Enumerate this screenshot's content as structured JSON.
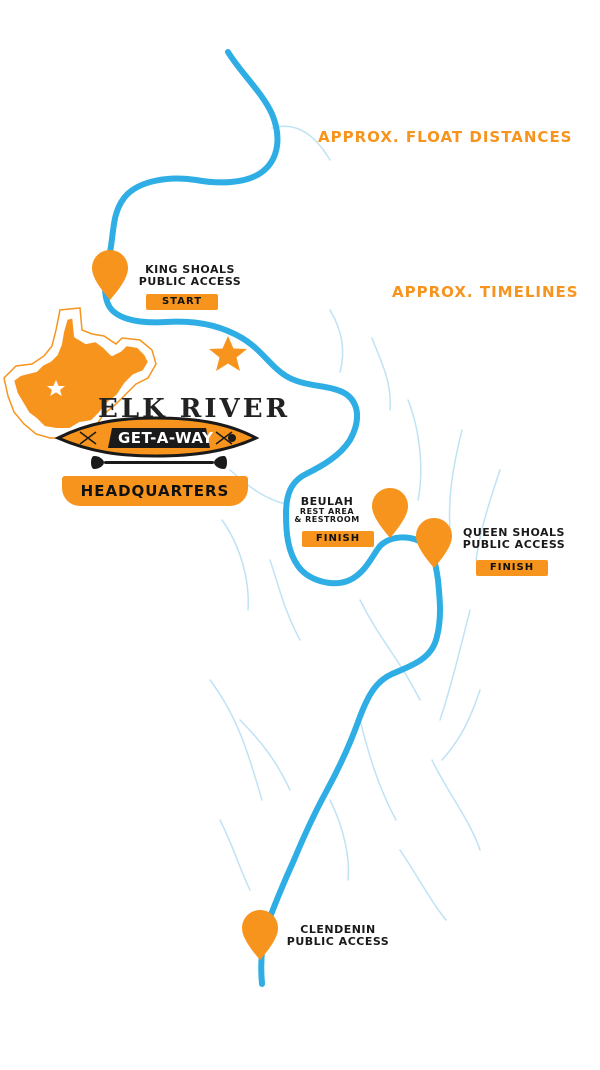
{
  "headings": {
    "float_distances": "APPROX. FLOAT DISTANCES",
    "timelines": "APPROX. TIMELINES"
  },
  "logo": {
    "line1": "ELK RIVER",
    "line2": "GET-A-WAY",
    "headquarters": "HEADQUARTERS"
  },
  "locations": {
    "king_shoals": {
      "name_line1": "KING SHOALS",
      "name_line2": "PUBLIC ACCESS",
      "badge": "START"
    },
    "beulah": {
      "name_line1": "BEULAH",
      "name_line2": "REST AREA",
      "name_line3": "& RESTROOM",
      "badge": "FINISH"
    },
    "queen_shoals": {
      "name_line1": "QUEEN SHOALS",
      "name_line2": "PUBLIC ACCESS",
      "badge": "FINISH"
    },
    "clendenin": {
      "name_line1": "CLENDENIN",
      "name_line2": "PUBLIC ACCESS"
    }
  },
  "colors": {
    "river": "#2eaee4",
    "tributary": "#bfe3f4",
    "accent": "#f7941d",
    "text": "#1a1a1a"
  },
  "icons": [
    "map-pin-icon",
    "star-icon",
    "kayak-icon",
    "paddle-icon",
    "west-virginia-state-icon"
  ]
}
